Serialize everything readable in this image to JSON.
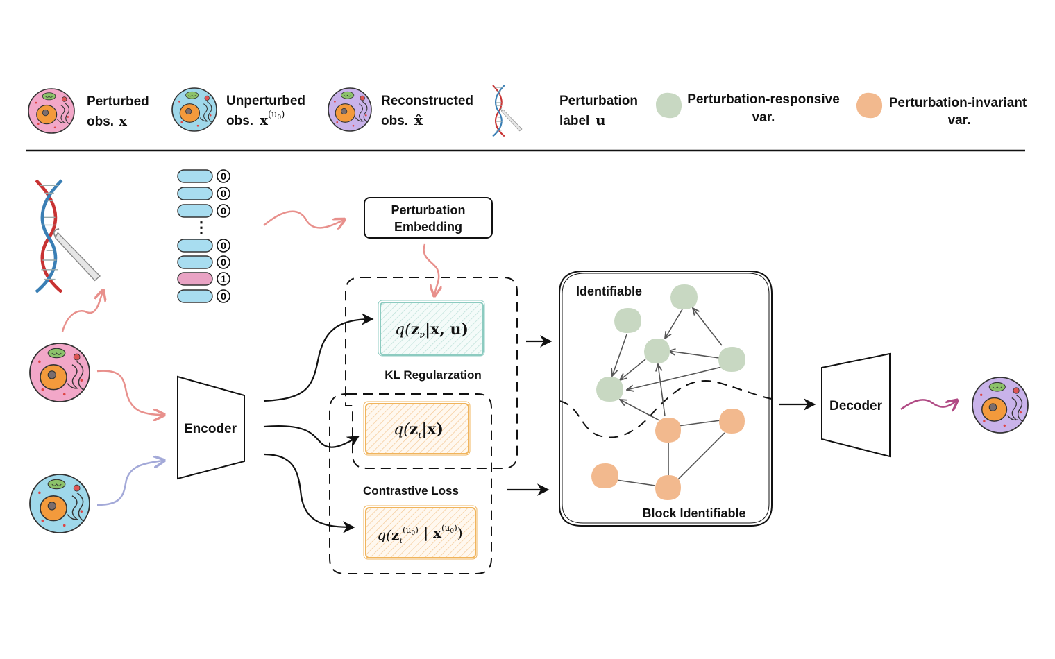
{
  "legend": {
    "perturbed": {
      "line1": "Perturbed",
      "line2": "obs.",
      "sym": "x"
    },
    "unperturbed": {
      "line1": "Unperturbed",
      "line2": "obs.",
      "sym": "x",
      "sup": "(u",
      "sup_sub": "0",
      "sup_end": ")"
    },
    "reconstructed": {
      "line1": "Reconstructed",
      "line2": "obs.",
      "sym": "x̂"
    },
    "label": {
      "line1": "Perturbation",
      "line2": "label",
      "sym": "u"
    },
    "responsive": {
      "line1": "Perturbation-responsive",
      "line2": "var."
    },
    "invariant": {
      "line1": "Perturbation-invariant",
      "line2": "var."
    }
  },
  "onehot": {
    "values": [
      "0",
      "0",
      "0",
      "0",
      "0",
      "1",
      "0"
    ],
    "ellipsis": "⋮"
  },
  "embedding": {
    "line1": "Perturbation",
    "line2": "Embedding"
  },
  "encoder": "Encoder",
  "decoder": "Decoder",
  "q_nu": {
    "q": "q(",
    "z": "z",
    "sub": "ν",
    "rest": "|x, u)"
  },
  "kl": "KL Regularzation",
  "q_iota": {
    "q": "q(",
    "z": "z",
    "sub": "ι",
    "rest": "|x)"
  },
  "contrastive": "Contrastive Loss",
  "q_iota_u0": {
    "q": "q(",
    "z": "z",
    "sub": "ι",
    "sup": "(u",
    "sup_sub": "0",
    "sup_end": ")",
    "mid": " | x",
    "end": ")"
  },
  "latent": {
    "identifiable": "Identifiable",
    "block": "Block Identifiable"
  },
  "colors": {
    "cell_pink": "#f2a7c8",
    "cell_blue": "#9fd8ea",
    "cell_purple": "#c9b3ea",
    "nucleus": "#f39a3c",
    "responsive": "#c8d8c2",
    "invariant": "#f2b98e",
    "onehot_blue": "#a8ddf0",
    "onehot_pink": "#e9a3c4",
    "q_nu_border": "#8ccbc0",
    "q_iota_border": "#f0b45c",
    "arrow_pink": "#e8908c",
    "arrow_blue": "#a3a9d8",
    "arrow_magenta": "#b04a84"
  }
}
